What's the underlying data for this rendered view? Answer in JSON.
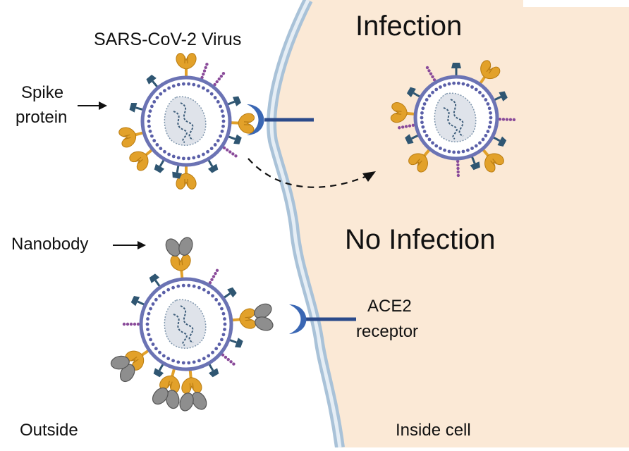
{
  "labels": {
    "virus": "SARS-CoV-2 Virus",
    "spike_line1": "Spike",
    "spike_line2": "protein",
    "infection": "Infection",
    "no_infection": "No Infection",
    "nanobody": "Nanobody",
    "ace2_line1": "ACE2",
    "ace2_line2": "receptor",
    "outside": "Outside",
    "inside": "Inside cell"
  },
  "colors": {
    "cell_interior": "#fbe9d6",
    "membrane_outer": "#a9c2d8",
    "membrane_inner": "#e6eef5",
    "virus_envelope": "#6b73b4",
    "virus_inner": "#ffffff",
    "virus_dots": "#5a5fa8",
    "spike": "#e2a12a",
    "ace2": "#3a67b4",
    "teal_protein": "#2f5672",
    "purple_protein": "#8a4b9a",
    "nanobody": "#8e8e8e",
    "genome_bg": "#d9dde6"
  }
}
